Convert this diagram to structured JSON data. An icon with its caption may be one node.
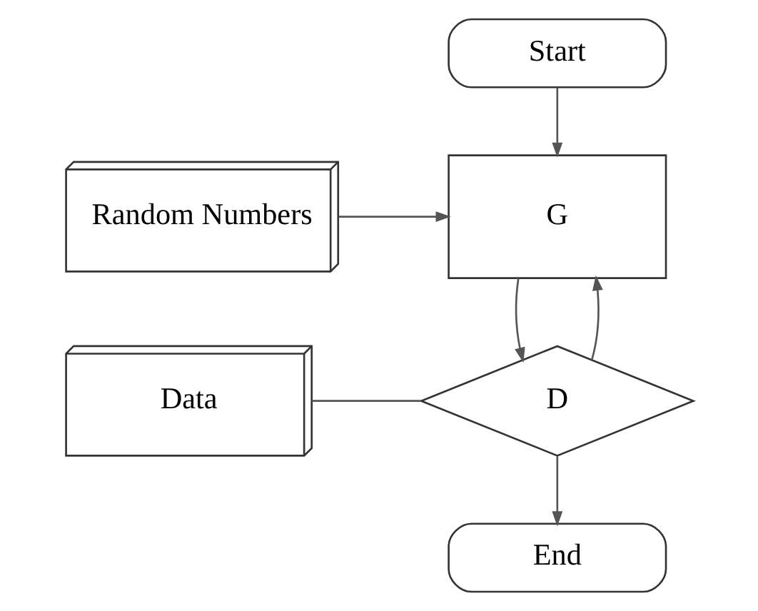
{
  "diagram": {
    "nodes": [
      {
        "text": [
          "Start"
        ]
      },
      {
        "text": [
          "Random Numbers"
        ]
      },
      {
        "text": [
          "G"
        ]
      },
      {
        "text": [
          "Data"
        ]
      },
      {
        "text": [
          "D"
        ]
      },
      {
        "text": [
          "End"
        ]
      }
    ],
    "edges": [
      {
        "from": 0,
        "to": 2,
        "arrow": "to"
      },
      {
        "from": 1,
        "to": 2,
        "arrow": "to"
      },
      {
        "from": 2,
        "to": 4,
        "arrow": "to"
      },
      {
        "from": 3,
        "to": 4,
        "arrow": "none"
      },
      {
        "from": 4,
        "to": 2,
        "arrow": "to"
      },
      {
        "from": 4,
        "to": 5,
        "arrow": "to"
      }
    ]
  }
}
